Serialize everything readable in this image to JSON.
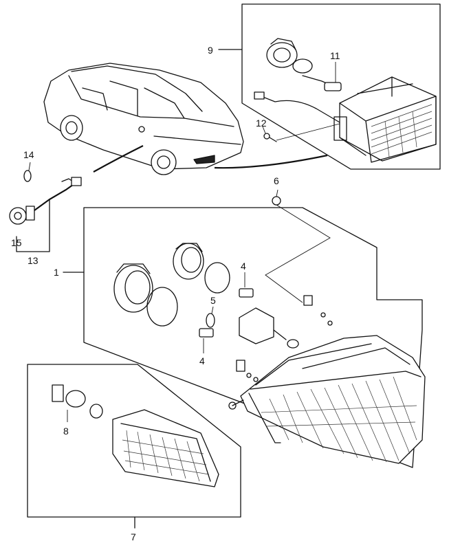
{
  "callouts": {
    "c1": "1",
    "c4a": "4",
    "c4b": "4",
    "c5": "5",
    "c6": "6",
    "c7": "7",
    "c8": "8",
    "c9": "9",
    "c11": "11",
    "c12": "12",
    "c13": "13",
    "c14": "14",
    "c15": "15"
  },
  "colors": {
    "line": "#111111",
    "background": "#ffffff"
  }
}
